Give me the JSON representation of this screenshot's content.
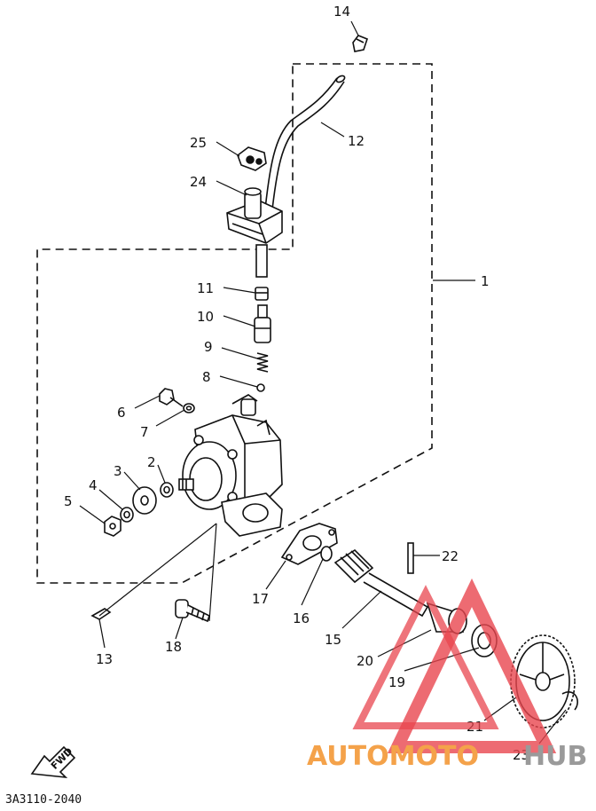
{
  "diagram": {
    "callouts": [
      "1",
      "2",
      "3",
      "4",
      "5",
      "6",
      "7",
      "8",
      "9",
      "10",
      "11",
      "12",
      "13",
      "14",
      "15",
      "16",
      "17",
      "18",
      "19",
      "20",
      "21",
      "22",
      "23",
      "24",
      "25"
    ],
    "fwd_label": "FWD",
    "drawing_code": "3A3110-2040"
  },
  "watermark": {
    "brand_part1": "AUTOMOTO",
    "brand_part2": "HUB",
    "colors": {
      "orange": "#f4a24a",
      "grey": "#9a9a9a",
      "triangle": "#e8464f"
    }
  },
  "colors": {
    "ink": "#111111",
    "paper": "#ffffff"
  }
}
